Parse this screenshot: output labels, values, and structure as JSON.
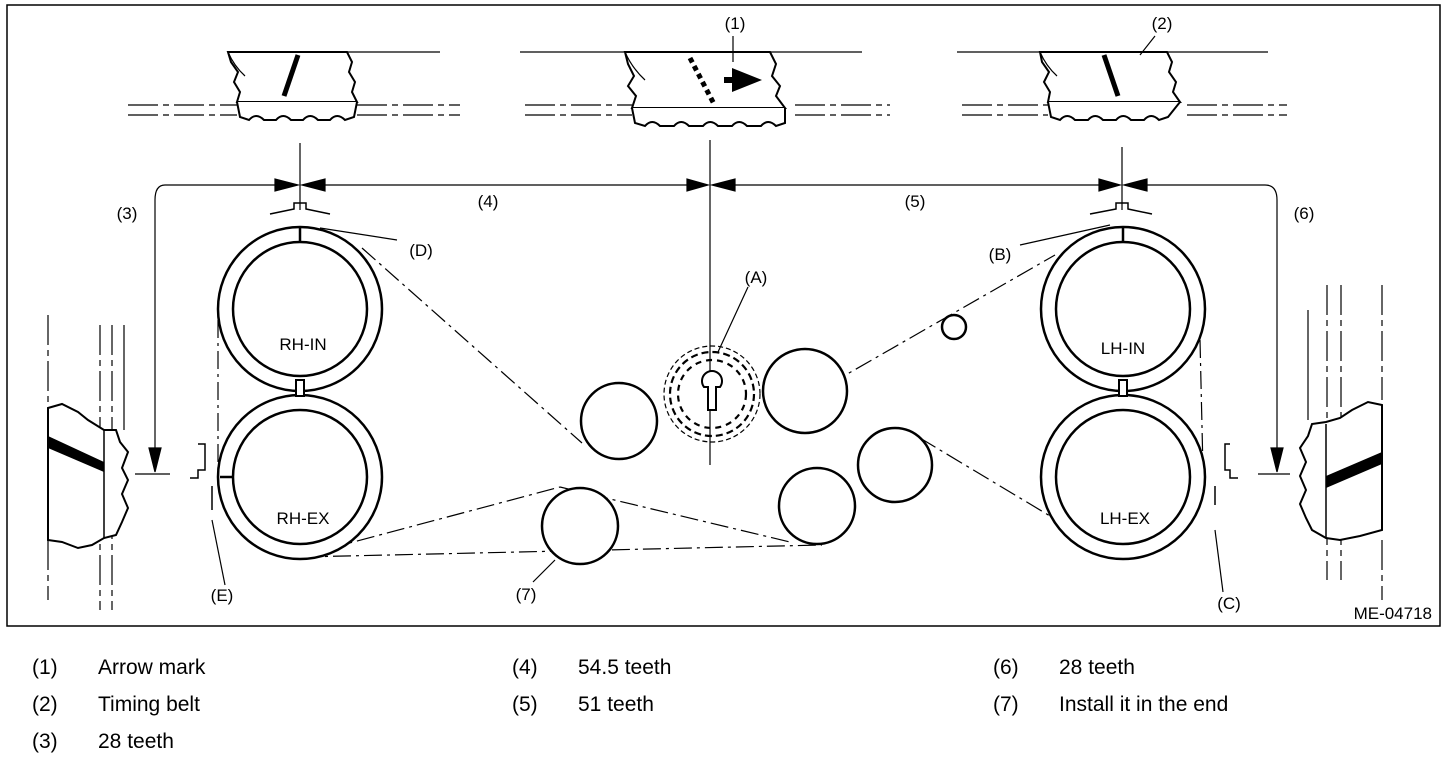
{
  "figure_code": "ME-04718",
  "callouts": {
    "c1": "(1)",
    "c2": "(2)",
    "c3": "(3)",
    "c4": "(4)",
    "c5": "(5)",
    "c6": "(6)",
    "c7": "(7)",
    "a": "(A)",
    "b": "(B)",
    "c": "(C)",
    "d": "(D)",
    "e": "(E)"
  },
  "sprockets": {
    "rh_in": "RH-IN",
    "rh_ex": "RH-EX",
    "lh_in": "LH-IN",
    "lh_ex": "LH-EX"
  },
  "legend": [
    {
      "num": "(1)",
      "text": "Arrow mark"
    },
    {
      "num": "(2)",
      "text": "Timing belt"
    },
    {
      "num": "(3)",
      "text": "28 teeth"
    },
    {
      "num": "(4)",
      "text": "54.5 teeth"
    },
    {
      "num": "(5)",
      "text": "51 teeth"
    },
    {
      "num": "(6)",
      "text": "28 teeth"
    },
    {
      "num": "(7)",
      "text": "Install it in the end"
    }
  ]
}
